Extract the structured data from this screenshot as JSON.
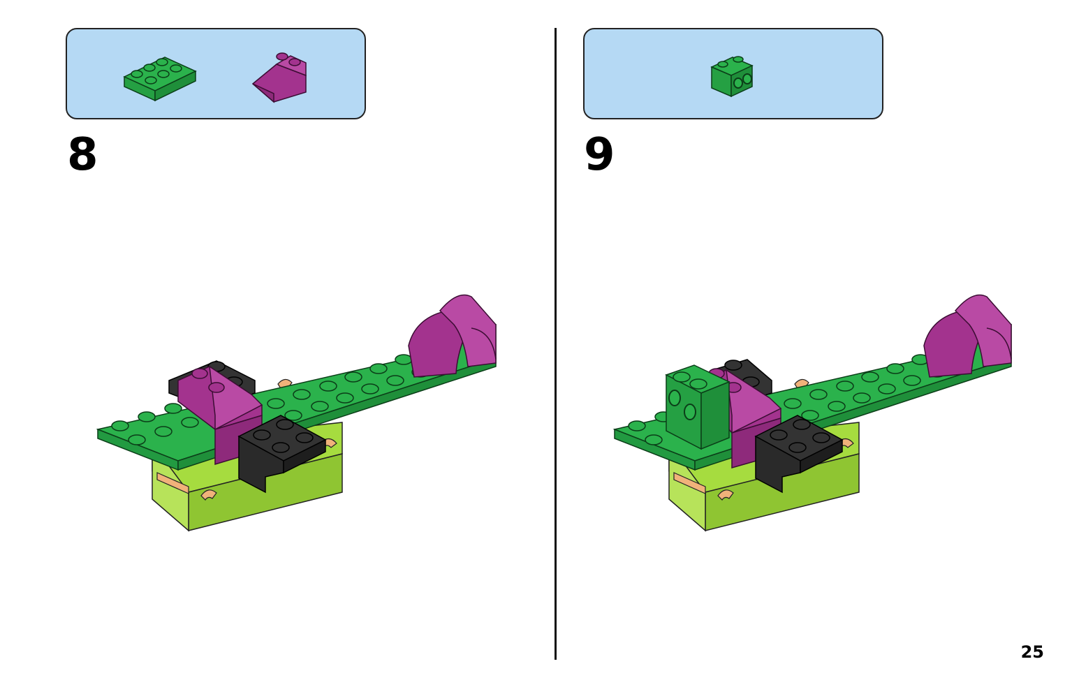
{
  "page": {
    "number": "25"
  },
  "steps": [
    {
      "number": "8",
      "parts": [
        "green-plate-2x3",
        "magenta-slope-2x2"
      ]
    },
    {
      "number": "9",
      "parts": [
        "green-brick-1x2-with-side-studs"
      ]
    }
  ],
  "colors": {
    "parts_box": "#b5d9f4",
    "green": "#2bb24c",
    "magenta": "#a3338e",
    "lime": "#a6dc3f",
    "black": "#333333",
    "tan": "#f0b27a"
  }
}
